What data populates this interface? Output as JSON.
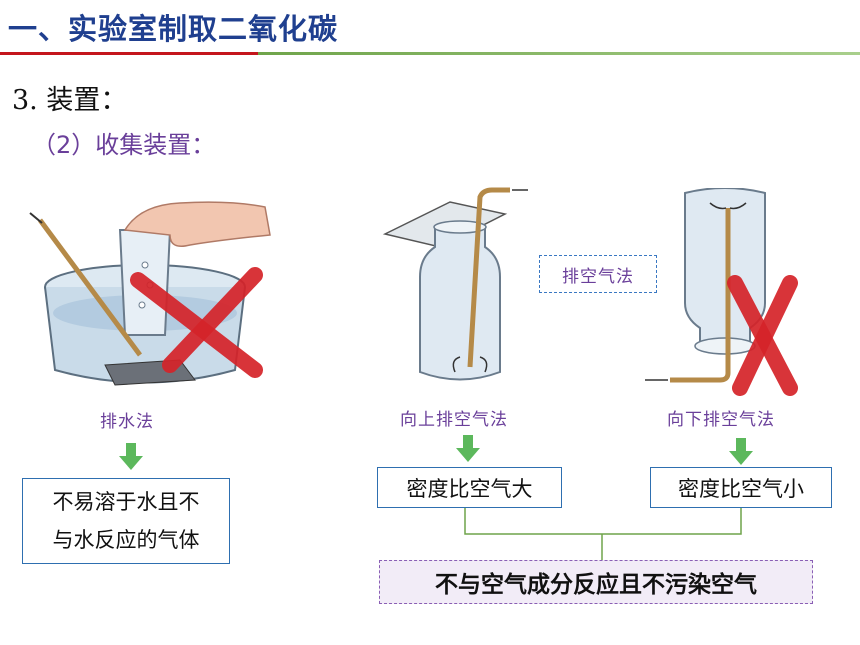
{
  "header": {
    "title": "一、实验室制取二氧化碳"
  },
  "section": {
    "heading": "3. 装置：",
    "subheading": "（2）收集装置："
  },
  "methods": {
    "water": {
      "label": "排水法",
      "desc_line1": "不易溶于水且不",
      "desc_line2": "与水反应的气体"
    },
    "air_group_label": "排空气法",
    "upward": {
      "label": "向上排空气法",
      "desc": "密度比空气大"
    },
    "downward": {
      "label": "向下排空气法",
      "desc": "密度比空气小"
    }
  },
  "summary": "不与空气成分反应且不污染空气",
  "colors": {
    "title": "#1f3f8f",
    "accent_red": "#c4161c",
    "purple": "#6a3f9a",
    "arrow_green": "#5cb85c"
  }
}
